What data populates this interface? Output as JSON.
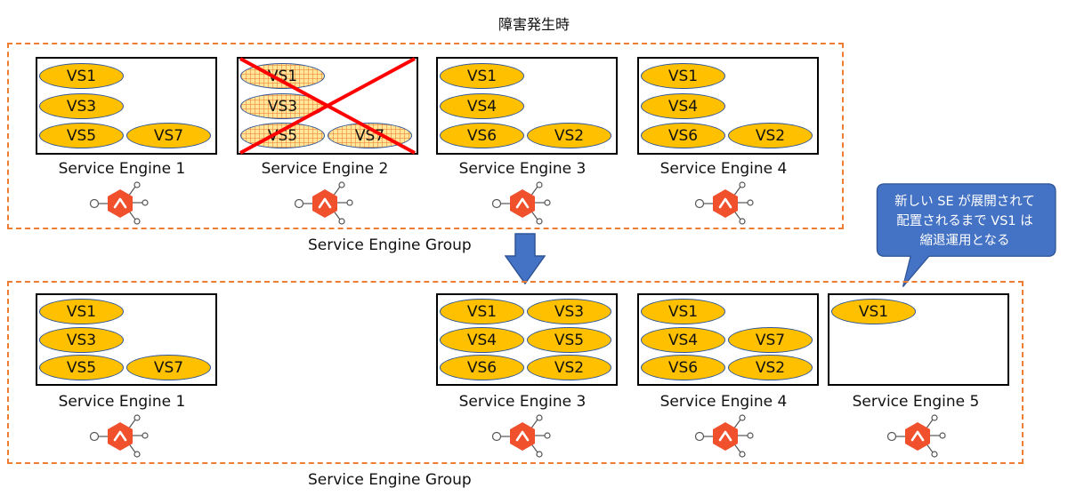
{
  "title": "障害発生時",
  "group_label": "Service Engine Group",
  "vs_labels": {
    "vs1": "VS1",
    "vs2": "VS2",
    "vs3": "VS3",
    "vs4": "VS4",
    "vs5": "VS5",
    "vs6": "VS6",
    "vs7": "VS7"
  },
  "se_labels": {
    "se1": "Service Engine 1",
    "se2": "Service Engine 2",
    "se3": "Service Engine 3",
    "se4": "Service Engine 4",
    "se5": "Service Engine 5"
  },
  "callout": {
    "line1": "新しい SE が展開されて",
    "line2": "配置されるまで VS1 は",
    "line3": "縮退運用となる"
  },
  "colors": {
    "group_border": "#ED7D31",
    "vs_fill": "#FFC000",
    "vs_border": "#2F5597",
    "arrow": "#4472C4",
    "callout": "#4472C4",
    "failure_x": "#FF0000",
    "se_icon": "#F0502C"
  }
}
